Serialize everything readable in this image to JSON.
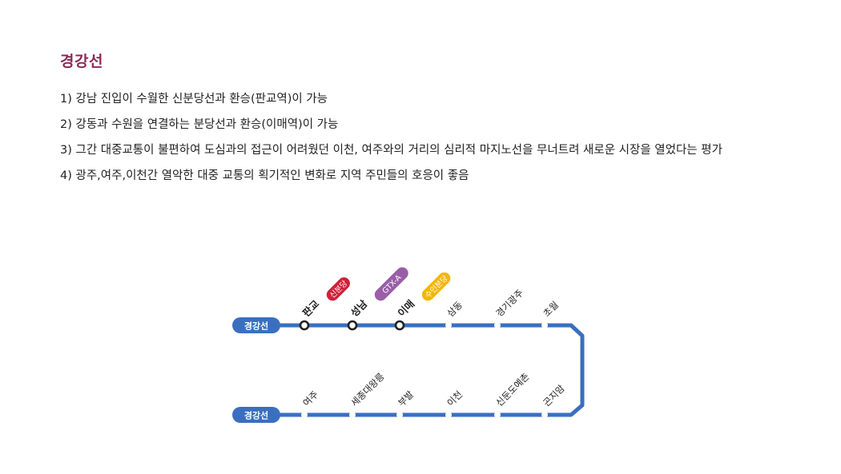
{
  "title": "경강선",
  "notes": [
    "1) 강남 진입이 수월한 신분당선과 환승(판교역)이 가능",
    "2) 강동과 수원을 연결하는 분당선과 환승(이매역)이 가능",
    "3) 그간 대중교통이 불편하여 도심과의 접근이 어려웠던 이천, 여주와의 거리의 심리적 마지노선을 무너트려 새로운 시장을 열었다는 평가",
    "4) 광주,여주,이천간 열악한 대중 교통의 획기적인 변화로 지역 주민들의 호응이 좋음"
  ],
  "route_map": {
    "line_badge_top": "경강선",
    "line_badge_bottom": "경강선",
    "line_color": "#3a6fc0",
    "top_stations": [
      {
        "name": "판교",
        "transfer": true,
        "tag": "신분당",
        "tag_color": "#d0203a"
      },
      {
        "name": "성남",
        "transfer": true,
        "tag": "GTX-A",
        "tag_color": "#9a5ea8"
      },
      {
        "name": "이매",
        "transfer": true,
        "tag": "수인분당",
        "tag_color": "#f2b705"
      },
      {
        "name": "삼동",
        "transfer": false
      },
      {
        "name": "경기광주",
        "transfer": false
      },
      {
        "name": "초월",
        "transfer": false
      }
    ],
    "bottom_stations": [
      {
        "name": "여주",
        "transfer": false
      },
      {
        "name": "세종대왕릉",
        "transfer": false
      },
      {
        "name": "부발",
        "transfer": false
      },
      {
        "name": "이천",
        "transfer": false
      },
      {
        "name": "신둔도예촌",
        "transfer": false
      },
      {
        "name": "곤지암",
        "transfer": false
      }
    ]
  }
}
